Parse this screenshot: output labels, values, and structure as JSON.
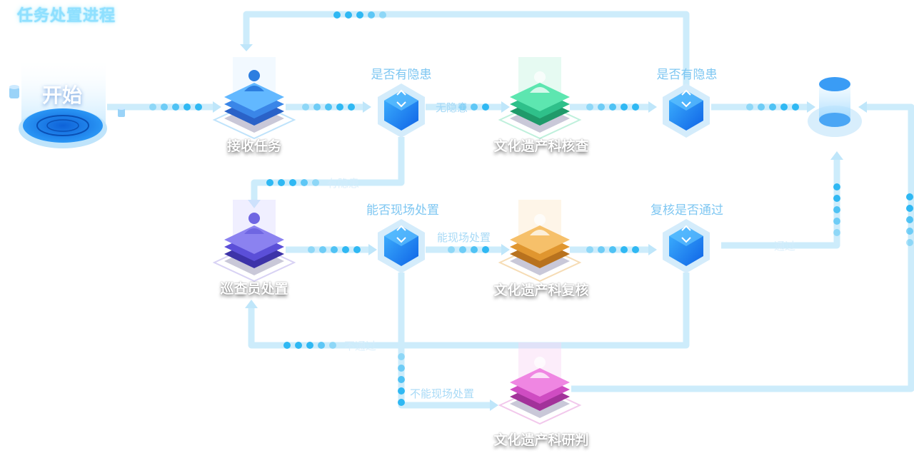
{
  "title": "任务处置进程",
  "start": {
    "label": "开始"
  },
  "nodes": {
    "receive": {
      "label": "接收任务",
      "color": "#3a8ef0"
    },
    "cultural_check": {
      "label": "文化遗产科核查",
      "color": "#2fd09a"
    },
    "patrol": {
      "label": "巡查员处置",
      "color": "#5b4fd8"
    },
    "cultural_review": {
      "label": "文化遗产科复核",
      "color": "#e69a3a"
    },
    "cultural_judge": {
      "label": "文化遗产科研判",
      "color": "#d24fc4"
    }
  },
  "decisions": {
    "hazard_1": {
      "label": "是否有隐患"
    },
    "hazard_2": {
      "label": "是否有隐患"
    },
    "onsite": {
      "label": "能否现场处置"
    },
    "review_pass": {
      "label": "复核是否通过"
    }
  },
  "edges": {
    "no_hazard": "无隐患",
    "has_hazard": "有隐患",
    "can_onsite": "能现场处置",
    "cannot_onsite": "不能现场处置",
    "not_pass": "不通过",
    "pass": "通过"
  },
  "colors": {
    "flow": "#ccecfb",
    "dot": "#3bc4f5",
    "accent": "#1e8ff0"
  }
}
